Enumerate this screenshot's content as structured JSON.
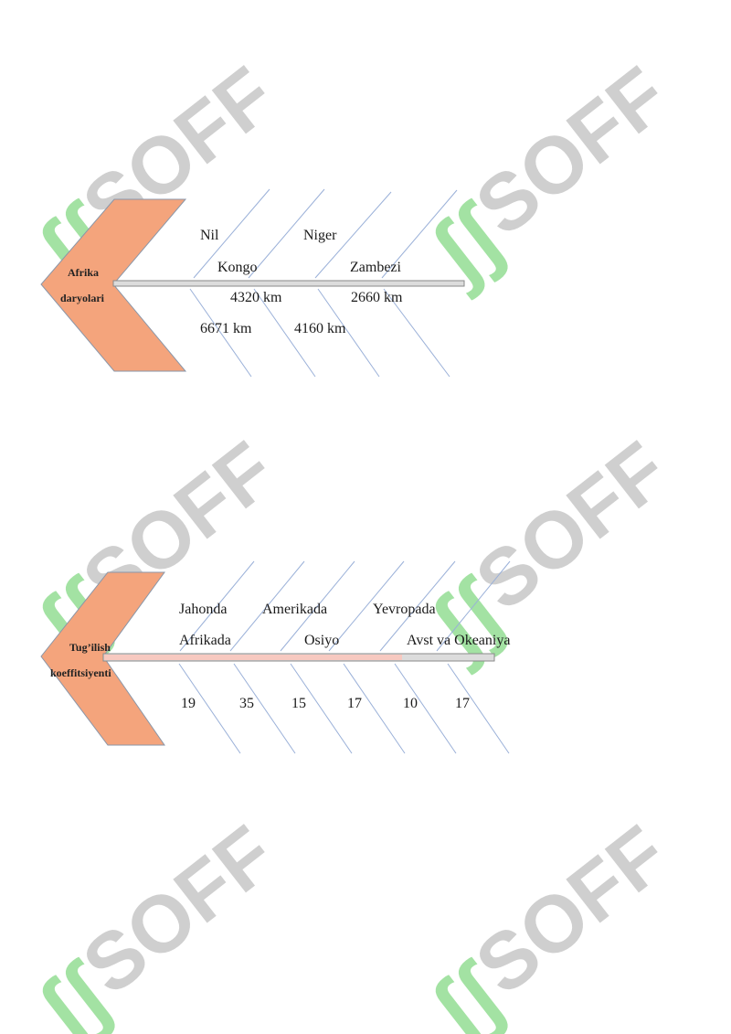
{
  "watermark": {
    "text": "SOFF",
    "letter_color": "#cfcfcf",
    "emblem_color": "#8ddc8d"
  },
  "colors": {
    "arrow_fill": "#f4a47c",
    "arrow_stroke": "#8a96a8",
    "spine_fill": "#dcdcdc",
    "spine_highlight": "#f7c9c0",
    "bone_line": "#9ab0d8"
  },
  "diagram1": {
    "head": [
      "Afrika",
      "daryolari"
    ],
    "labels": {
      "nil": "Nil",
      "niger": "Niger",
      "kongo": "Kongo",
      "zambezi": "Zambezi",
      "v4320": "4320 km",
      "v2660": "2660 km",
      "v6671": "6671 km",
      "v4160": "4160 km"
    }
  },
  "diagram2": {
    "head": [
      "Tug’ilish",
      "koeffitsiyenti"
    ],
    "labels": {
      "jahonda": "Jahonda",
      "amerikada": "Amerikada",
      "yevropada": "Yevropada",
      "afrikada": "Afrikada",
      "osiyo": "Osiyo",
      "avst": "Avst  va Okeaniya"
    },
    "values": [
      "19",
      "35",
      "15",
      "17",
      "10",
      "17"
    ]
  }
}
